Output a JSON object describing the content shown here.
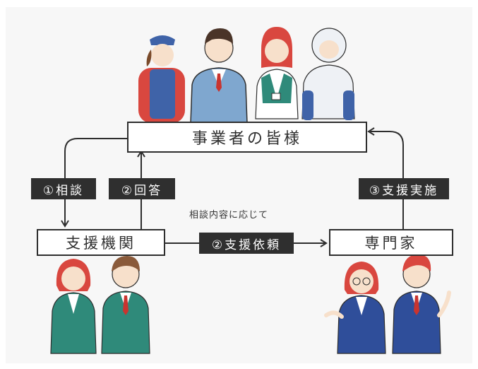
{
  "nodes": {
    "business_owners": "事業者の皆様",
    "support_org": "支援機関",
    "expert": "専門家"
  },
  "edges": {
    "consult": "①相談",
    "answer": "②回答",
    "support_request": "②支援依頼",
    "support_execute": "③支援実施"
  },
  "note": "相談内容に応じて",
  "colors": {
    "line": "#2e2e2e",
    "tag_bg": "#2f2f2f",
    "background": "#f7f7f7"
  }
}
